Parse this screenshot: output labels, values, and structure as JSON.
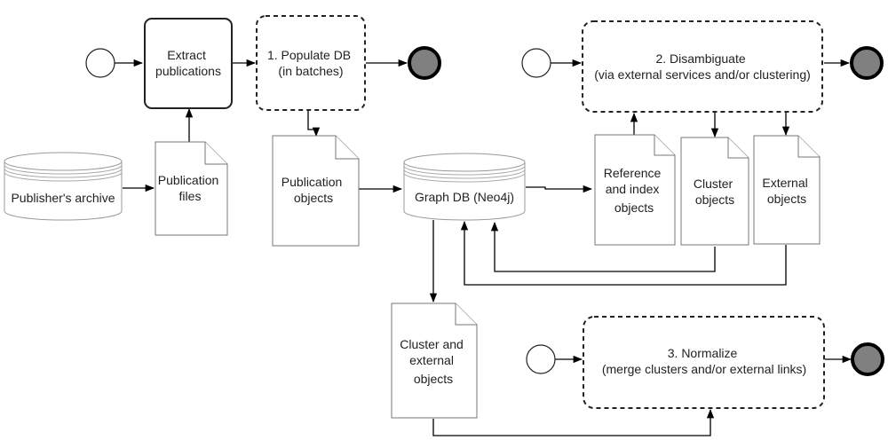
{
  "nodes": {
    "extract": [
      "Extract",
      "publications"
    ],
    "populate": [
      "1. Populate DB",
      "(in batches)"
    ],
    "disambiguate": [
      "2. Disambiguate",
      "(via external services and/or clustering)"
    ],
    "normalize": [
      "3. Normalize",
      "(merge clusters and/or external links)"
    ],
    "archive": [
      "Publisher's archive"
    ],
    "graph_db": [
      "Graph DB (Neo4j)"
    ],
    "pub_files": [
      "Publication",
      "files"
    ],
    "pub_objects": [
      "Publication",
      "objects"
    ],
    "ref_objects": [
      "Reference",
      "and index",
      "objects"
    ],
    "cluster_objects": [
      "Cluster",
      "objects"
    ],
    "external_objects": [
      "External",
      "objects"
    ],
    "cluster_ext_objects": [
      "Cluster and",
      "external",
      "objects"
    ]
  }
}
